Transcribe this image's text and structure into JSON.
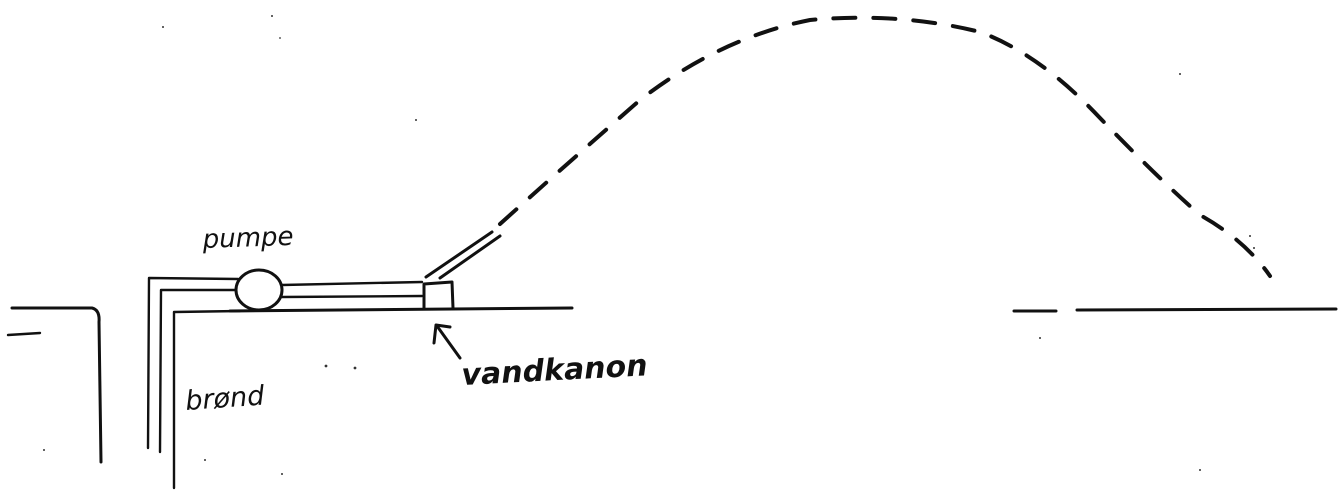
{
  "labels": {
    "pump": "pumpe",
    "cannon": "vandkanon",
    "well": "brønd"
  },
  "colors": {
    "ink": "#111111",
    "paper": "#ffffff"
  }
}
